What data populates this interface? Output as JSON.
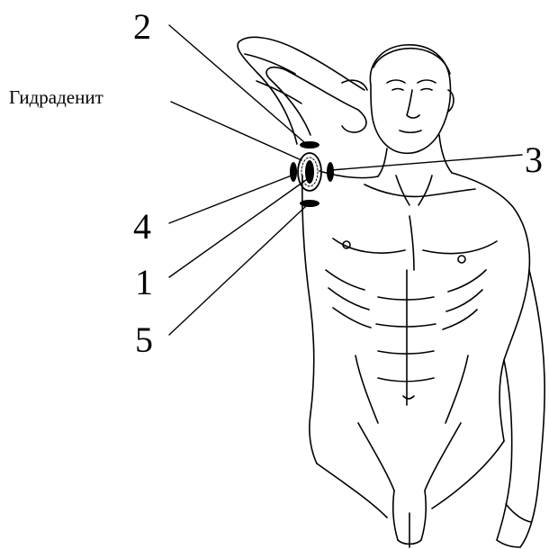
{
  "labels": {
    "term": "Гидраденит",
    "n1": "1",
    "n2": "2",
    "n3": "3",
    "n4": "4",
    "n5": "5"
  },
  "colors": {
    "ink": "#000000",
    "background": "#ffffff"
  }
}
